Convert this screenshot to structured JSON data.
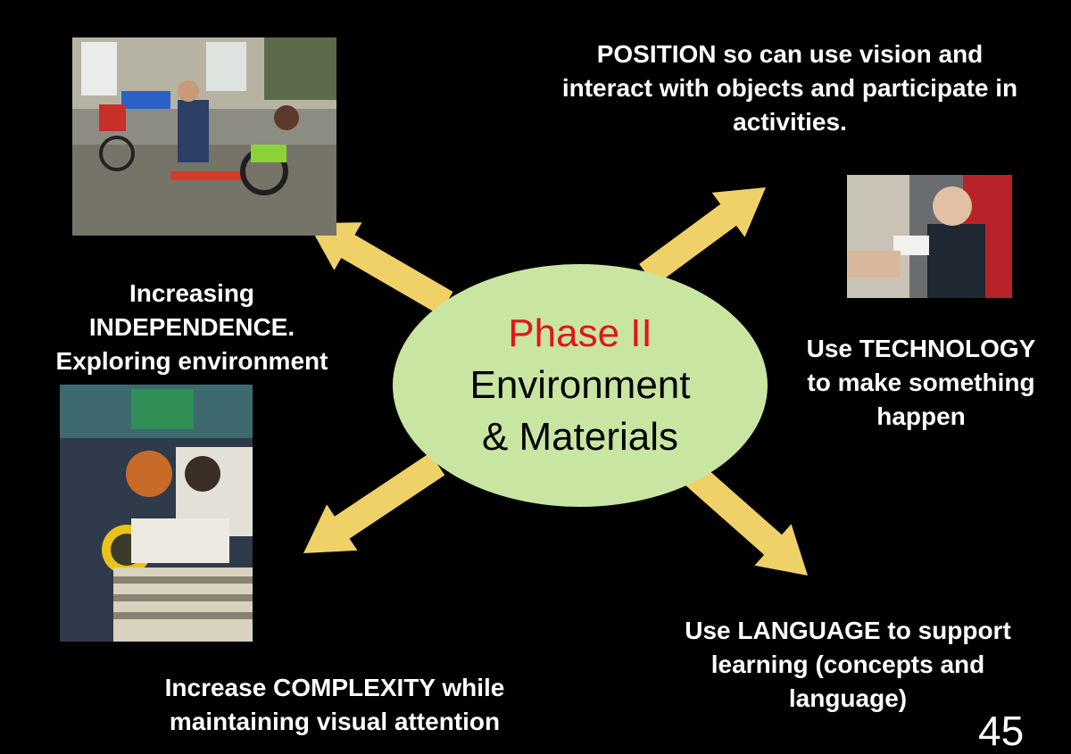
{
  "hub": {
    "line1": "Phase II",
    "line2": "Environment",
    "line3": "& Materials",
    "fill_color": "#c8e6a2",
    "phase_color": "#e0161b"
  },
  "captions": {
    "position": [
      "POSITION so can use vision and",
      "interact with objects and participate in",
      "activities."
    ],
    "independence": [
      "Increasing",
      "INDEPENDENCE.",
      "Exploring environment"
    ],
    "technology": [
      "Use TECHNOLOGY",
      "to make something",
      "happen"
    ],
    "complexity": [
      "Increase COMPLEXITY while",
      "maintaining visual attention"
    ],
    "language": [
      "Use LANGUAGE to support",
      "learning (concepts and",
      "language)"
    ]
  },
  "arrow_color": "#f0d168",
  "page_number": "45"
}
